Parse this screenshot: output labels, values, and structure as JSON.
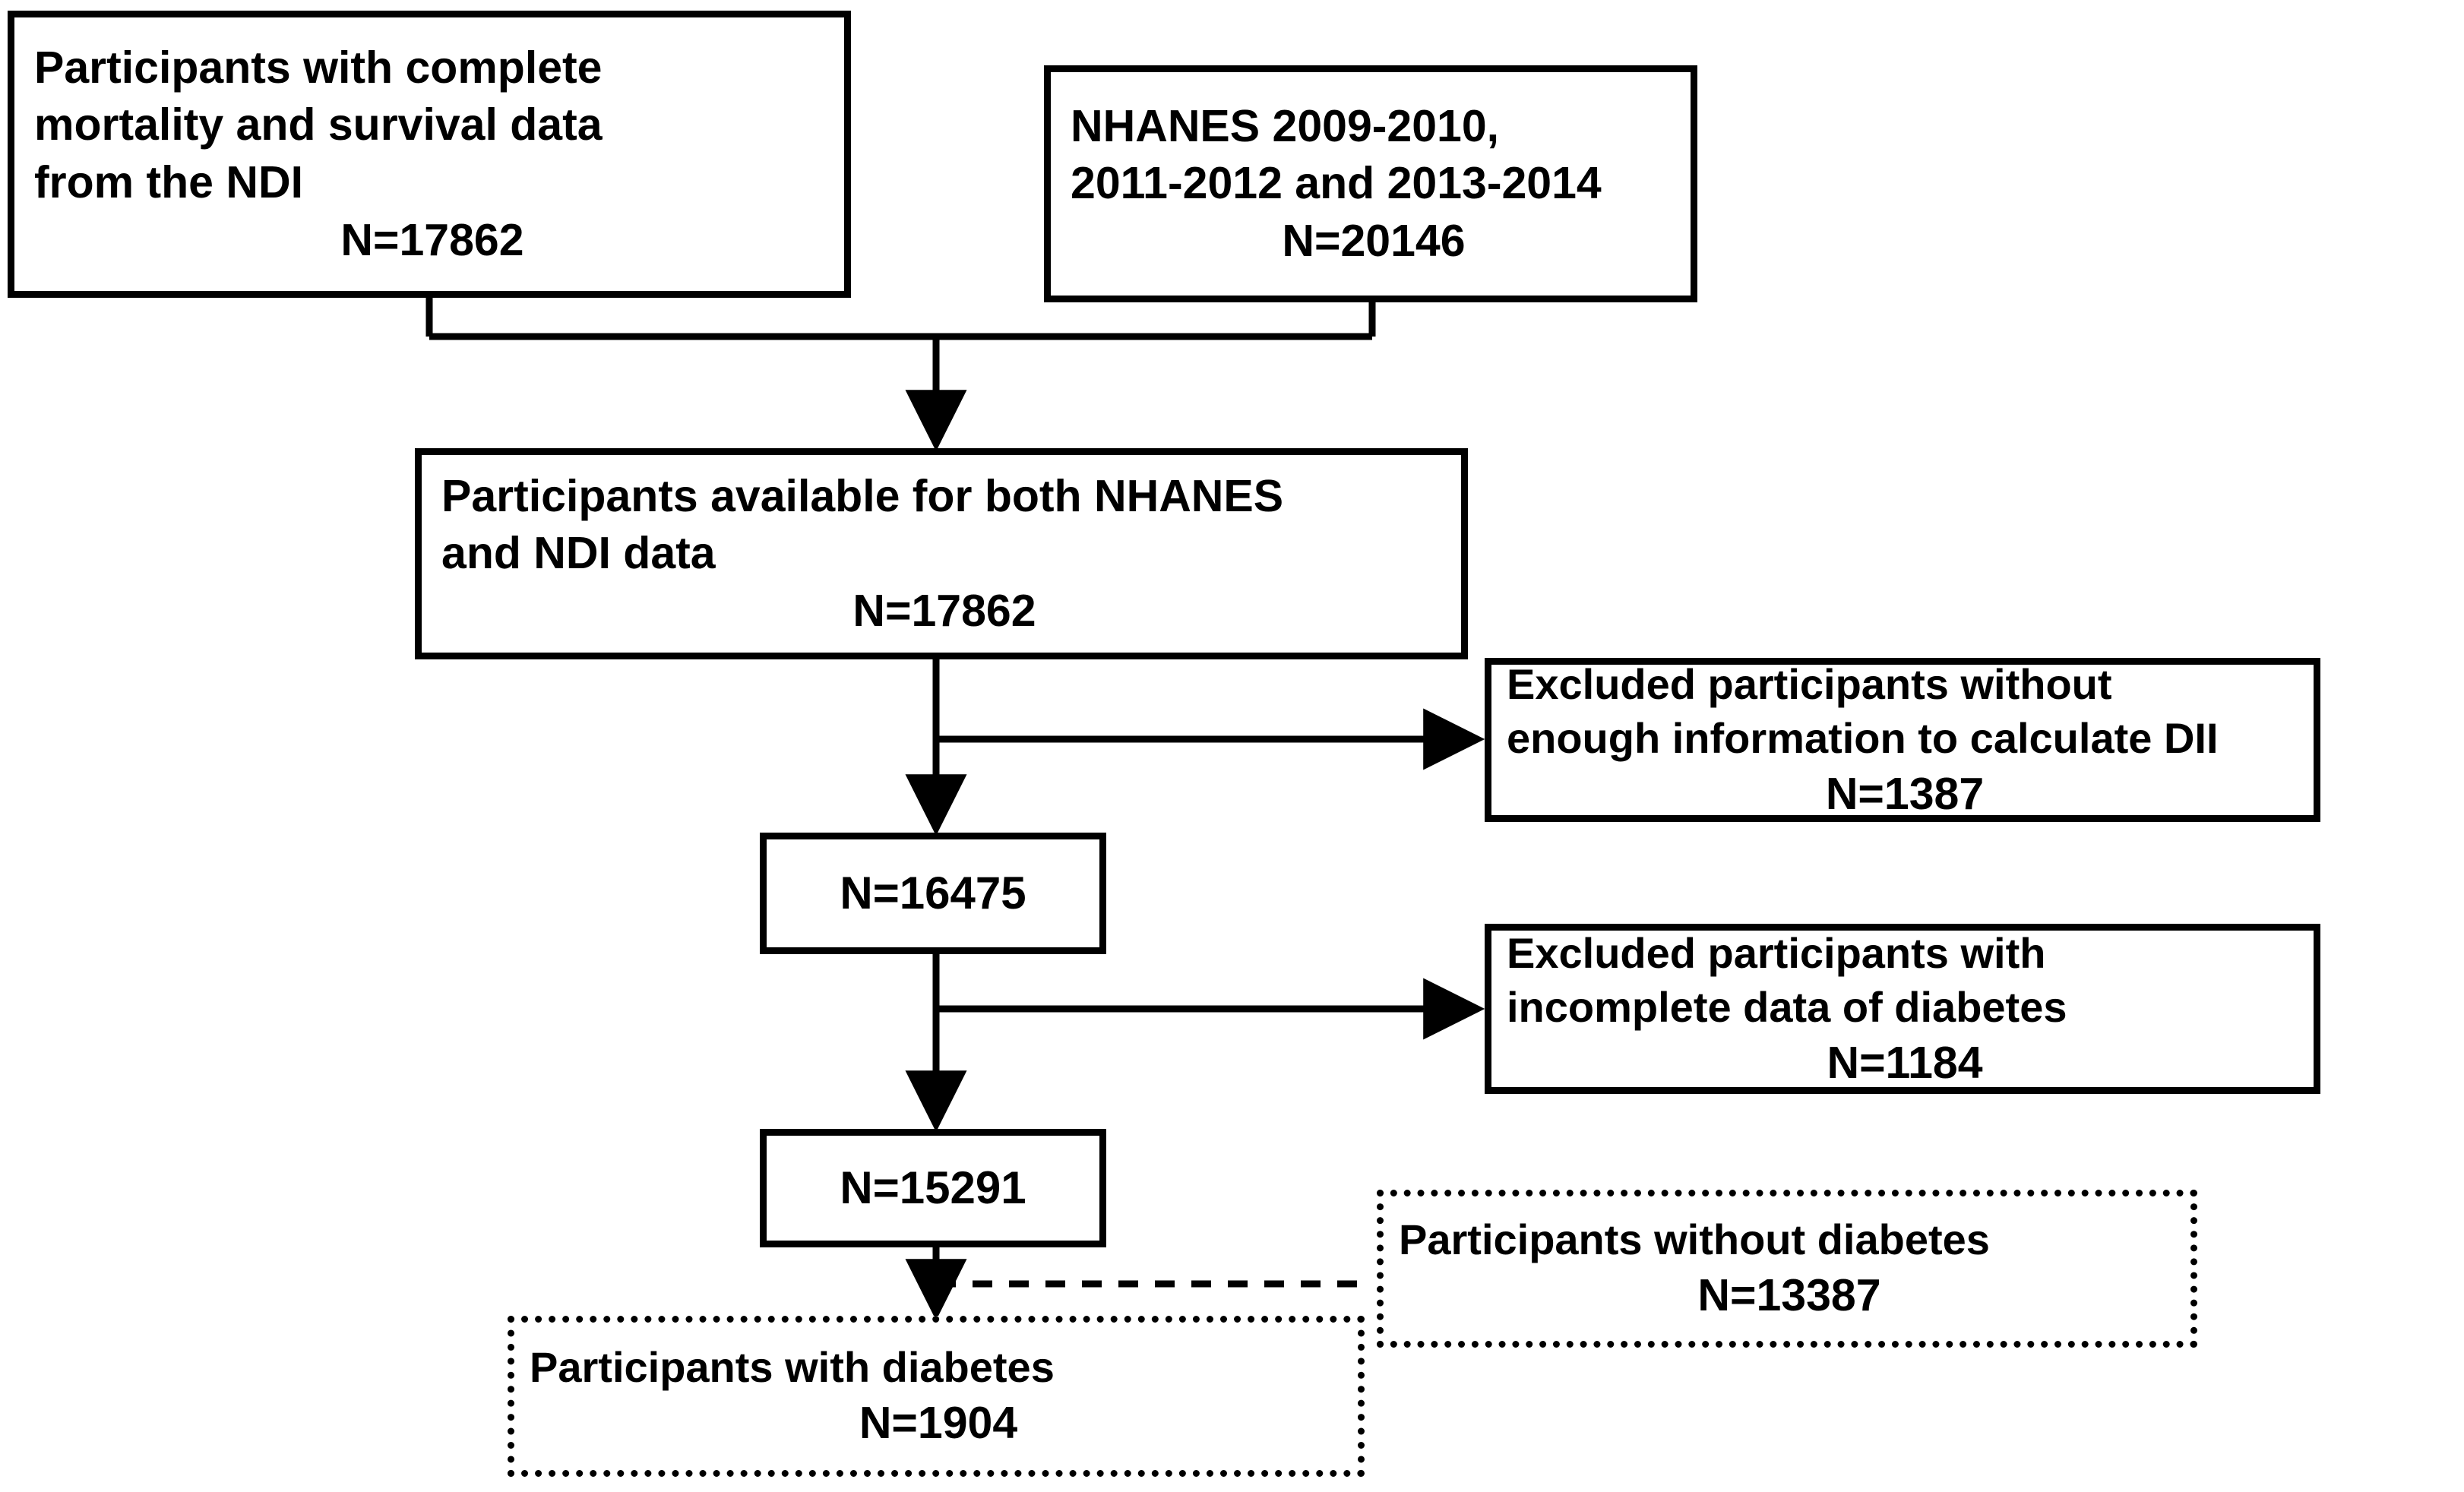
{
  "figure": {
    "type": "flowchart",
    "title": "NHANES participant selection flow diagram",
    "stroke_color": "#000000",
    "background_color": "#ffffff"
  },
  "nodes": {
    "complete_mortality": {
      "id": "complete-mortality",
      "style": "solid",
      "lines": [
        "Participants with complete",
        "mortality and survival data",
        "from the NDI"
      ],
      "count_label": "N=17862"
    },
    "nhanes_cycles": {
      "id": "nhanes-cycles",
      "style": "solid",
      "lines": [
        "NHANES 2009-2010,",
        "2011-2012 and 2013-2014"
      ],
      "count_label": "N=20146"
    },
    "both_available": {
      "id": "both-available",
      "style": "solid",
      "lines": [
        "Participants available for both NHANES",
        "and NDI data"
      ],
      "count_label": "N=17862"
    },
    "excluded_dii": {
      "id": "excluded-dii",
      "style": "solid",
      "lines": [
        "Excluded participants without",
        "enough information to calculate DII"
      ],
      "count_label": "N=1387"
    },
    "remaining_after_dii": {
      "id": "remaining-after-dii",
      "style": "solid",
      "count_label": "N=16475"
    },
    "excluded_diabetes": {
      "id": "excluded-diabetes",
      "style": "solid",
      "lines": [
        "Excluded participants with",
        "incomplete data of diabetes"
      ],
      "count_label": "N=1184"
    },
    "remaining_after_diabetes": {
      "id": "remaining-after-diabetes",
      "style": "solid",
      "count_label": "N=15291"
    },
    "without_diabetes": {
      "id": "without-diabetes",
      "style": "dotted",
      "lines": [
        "Participants without diabetes"
      ],
      "count_label": "N=13387"
    },
    "with_diabetes": {
      "id": "with-diabetes",
      "style": "dotted",
      "lines": [
        "Participants with diabetes"
      ],
      "count_label": "N=1904"
    }
  },
  "edges": [
    {
      "from": "complete_mortality",
      "to": "both_available",
      "style": "solid",
      "arrow": true
    },
    {
      "from": "nhanes_cycles",
      "to": "both_available",
      "style": "solid",
      "arrow": true
    },
    {
      "from": "both_available",
      "to": "excluded_dii",
      "style": "solid",
      "arrow": true
    },
    {
      "from": "both_available",
      "to": "remaining_after_dii",
      "style": "solid",
      "arrow": true
    },
    {
      "from": "remaining_after_dii",
      "to": "excluded_diabetes",
      "style": "solid",
      "arrow": true
    },
    {
      "from": "remaining_after_dii",
      "to": "remaining_after_diabetes",
      "style": "solid",
      "arrow": true
    },
    {
      "from": "remaining_after_diabetes",
      "to": "without_diabetes",
      "style": "dotted",
      "arrow": false
    },
    {
      "from": "remaining_after_diabetes",
      "to": "with_diabetes",
      "style": "dotted",
      "arrow": true
    }
  ]
}
